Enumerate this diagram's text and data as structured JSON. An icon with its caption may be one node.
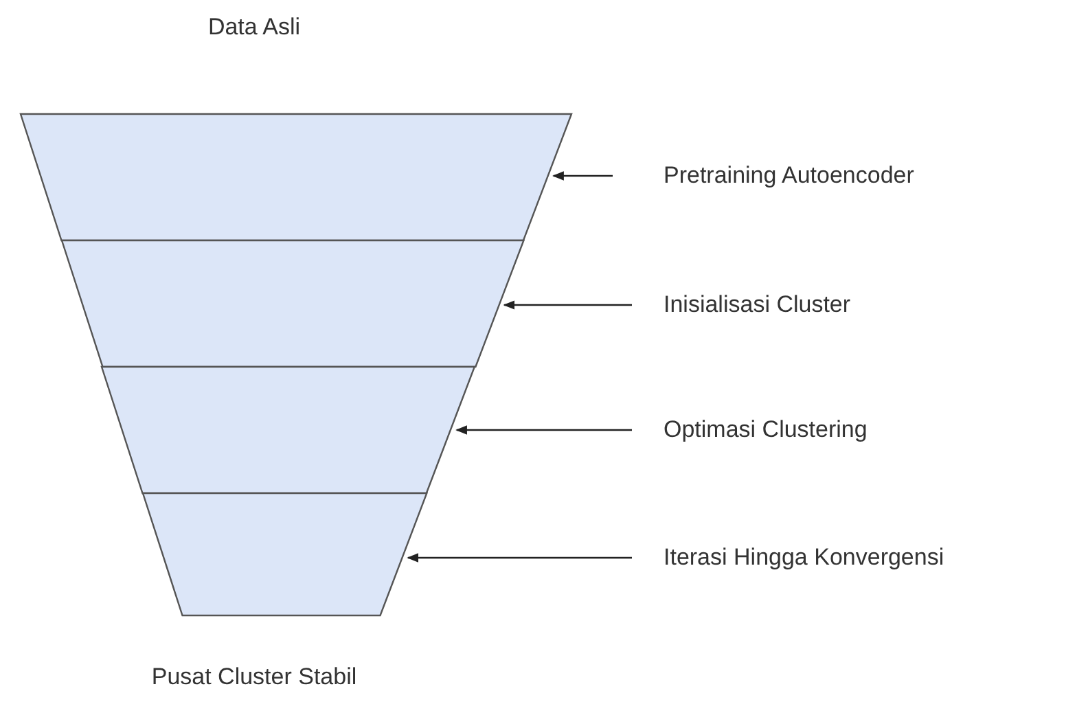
{
  "diagram": {
    "nodes": [
      {
        "text": [],
        "shape": "trapezoid"
      },
      {
        "text": [],
        "shape": "trapezoid"
      },
      {
        "text": [],
        "shape": "trapezoid"
      },
      {
        "text": [],
        "shape": "trapezoid"
      },
      {
        "text": [
          "Pretraining Autoencoder"
        ]
      },
      {
        "text": [
          "Inisialisasi Cluster"
        ]
      },
      {
        "text": [
          "Optimasi Clustering"
        ]
      },
      {
        "text": [
          "Iterasi Hingga Konvergensi"
        ]
      }
    ],
    "edges": [
      {
        "from": 4,
        "to": 0,
        "arrow": "to"
      },
      {
        "from": 5,
        "to": 1,
        "arrow": "to"
      },
      {
        "from": 6,
        "to": 2,
        "arrow": "to"
      },
      {
        "from": 7,
        "to": 3,
        "arrow": "to"
      }
    ],
    "labels": [
      "Data Asli",
      "Pusat Cluster Stabil"
    ]
  }
}
